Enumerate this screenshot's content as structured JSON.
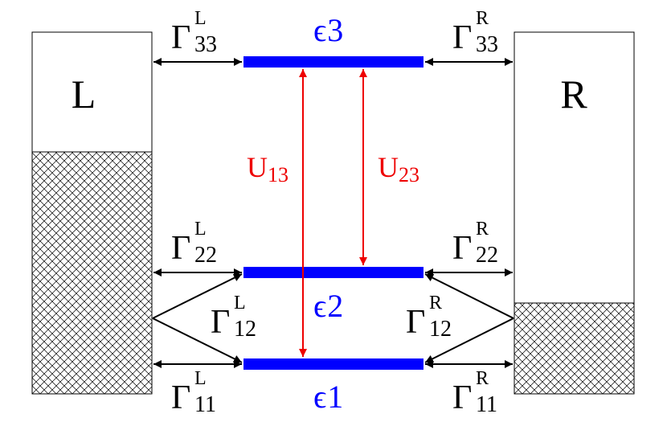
{
  "leads": {
    "left": {
      "label": "L"
    },
    "right": {
      "label": "R"
    }
  },
  "levels": {
    "e3": {
      "symbol": "ϵ",
      "sub": "3"
    },
    "e2": {
      "symbol": "ϵ",
      "sub": "2"
    },
    "e1": {
      "symbol": "ϵ",
      "sub": "1"
    }
  },
  "couplings": {
    "g33L": {
      "main": "Γ",
      "sup": "L",
      "sub": "33"
    },
    "g33R": {
      "main": "Γ",
      "sup": "R",
      "sub": "33"
    },
    "g22L": {
      "main": "Γ",
      "sup": "L",
      "sub": "22"
    },
    "g22R": {
      "main": "Γ",
      "sup": "R",
      "sub": "22"
    },
    "g12L": {
      "main": "Γ",
      "sup": "L",
      "sub": "12"
    },
    "g12R": {
      "main": "Γ",
      "sup": "R",
      "sub": "12"
    },
    "g11L": {
      "main": "Γ",
      "sup": "L",
      "sub": "11"
    },
    "g11R": {
      "main": "Γ",
      "sup": "R",
      "sub": "11"
    }
  },
  "interactions": {
    "u13": {
      "main": "U",
      "sub": "13"
    },
    "u23": {
      "main": "U",
      "sub": "23"
    }
  },
  "colors": {
    "level": "#0000ff",
    "interaction": "#ee0000",
    "line": "#000000"
  }
}
